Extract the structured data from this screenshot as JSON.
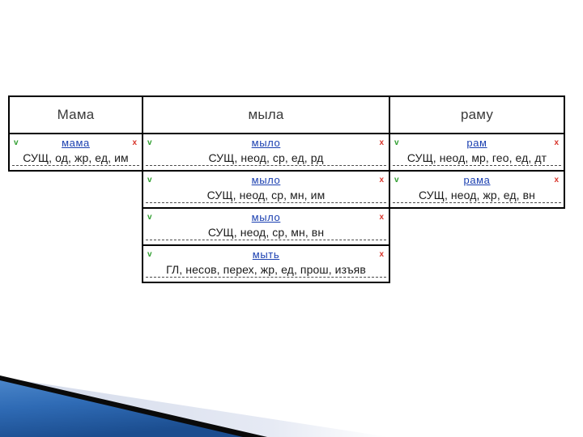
{
  "slide": {
    "background_color": "#ffffff",
    "decor": {
      "blue_color": "#2f6bb5",
      "blue_dark_color": "#1b4d8f",
      "black_color": "#0a0a0a",
      "gray_color": "#dde2ee"
    }
  },
  "table": {
    "border_color": "#000000",
    "header_text_color": "#3a3a3a",
    "lemma_color": "#1a3fb0",
    "accept_marker_color": "#2f9e2f",
    "reject_marker_color": "#d8342a",
    "accept_marker": "v",
    "reject_marker": "x",
    "columns": [
      {
        "header": "Мама",
        "entries": [
          {
            "lemma": "мама",
            "tags": "СУЩ, од, жр, ед, им",
            "accept": "v",
            "reject": "x"
          }
        ]
      },
      {
        "header": "мыла",
        "entries": [
          {
            "lemma": "мыло",
            "tags": "СУЩ, неод, ср, ед, рд",
            "accept": "v",
            "reject": "x"
          },
          {
            "lemma": "мыло",
            "tags": "СУЩ, неод, ср, мн, им",
            "accept": "v",
            "reject": "x"
          },
          {
            "lemma": "мыло",
            "tags": "СУЩ, неод, ср, мн, вн",
            "accept": "v",
            "reject": "x"
          },
          {
            "lemma": "мыть",
            "tags": "ГЛ, несов, перех, жр, ед, прош, изъяв",
            "accept": "v",
            "reject": "x"
          }
        ]
      },
      {
        "header": "раму",
        "entries": [
          {
            "lemma": "рам",
            "tags": "СУЩ, неод, мр, гео, ед, дт",
            "accept": "v",
            "reject": "x"
          },
          {
            "lemma": "рама",
            "tags": "СУЩ, неод, жр, ед, вн",
            "accept": "v",
            "reject": "x"
          }
        ]
      }
    ]
  }
}
